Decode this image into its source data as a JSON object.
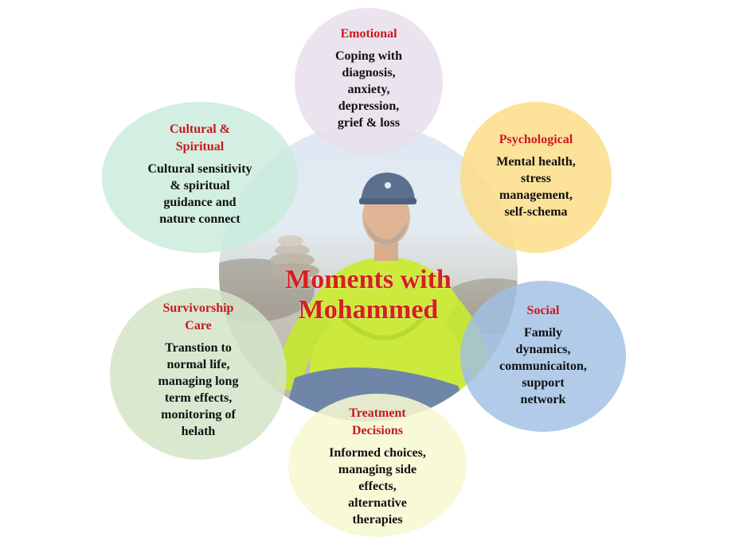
{
  "center": {
    "title_line1": "Moments with",
    "title_line2": "Mohammed"
  },
  "nodes": {
    "emotional": {
      "title": "Emotional",
      "body": [
        "Coping with",
        "diagnosis,",
        "anxiety,",
        "depression,",
        "grief & loss"
      ]
    },
    "psychological": {
      "title": "Psychological",
      "body": [
        "Mental health,",
        "stress",
        "management,",
        "self-schema"
      ]
    },
    "social": {
      "title": "Social",
      "body": [
        "Family",
        "dynamics,",
        "communicaiton,",
        "support",
        "network"
      ]
    },
    "treatment": {
      "title_line1": "Treatment",
      "title_line2": "Decisions",
      "body": [
        "Informed choices,",
        "managing side",
        "effects,",
        "alternative",
        "therapies"
      ]
    },
    "survivorship": {
      "title_line1": "Survivorship",
      "title_line2": "Care",
      "body": [
        "Transtion to",
        "normal life,",
        "managing long",
        "term effects,",
        "monitoring of",
        "helath"
      ]
    },
    "cultural": {
      "title_line1": "Cultural &",
      "title_line2": "Spiritual",
      "body": [
        "Cultural sensitivity",
        "& spiritual",
        "guidance and",
        "nature connect"
      ]
    }
  }
}
